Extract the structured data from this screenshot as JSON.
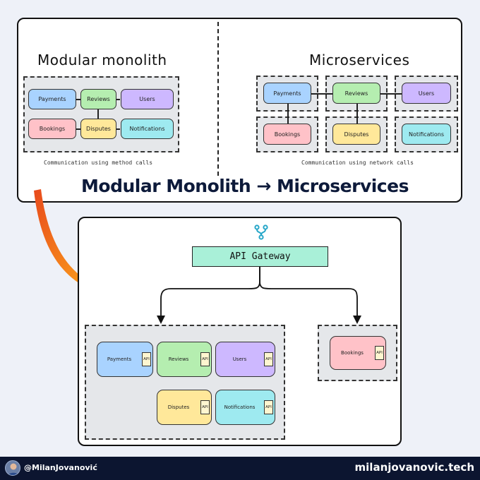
{
  "monolith": {
    "title": "Modular monolith",
    "caption": "Communication using method calls",
    "modules": {
      "payments": "Payments",
      "reviews": "Reviews",
      "users": "Users",
      "bookings": "Bookings",
      "disputes": "Disputes",
      "notifications": "Notifications"
    }
  },
  "microservices": {
    "title": "Microservices",
    "caption": "Communication using network calls",
    "modules": {
      "payments": "Payments",
      "reviews": "Reviews",
      "users": "Users",
      "bookings": "Bookings",
      "disputes": "Disputes",
      "notifications": "Notifications"
    }
  },
  "headline": "Modular Monolith → Microservices",
  "gateway": {
    "label": "API Gateway",
    "icon": "branch-icon",
    "monolith_services": [
      {
        "name": "Payments",
        "api": "API"
      },
      {
        "name": "Reviews",
        "api": "API"
      },
      {
        "name": "Users",
        "api": "API"
      },
      {
        "name": "Disputes",
        "api": "API"
      },
      {
        "name": "Notifications",
        "api": "API"
      }
    ],
    "extracted_service": {
      "name": "Bookings",
      "api": "API"
    }
  },
  "colors": {
    "payments": "#a9d3ff",
    "reviews": "#b5eeb0",
    "users": "#cdb8ff",
    "bookings": "#ffc2c8",
    "disputes": "#ffe89a",
    "notifications": "#9eeaf0",
    "gateway": "#a9f0d8",
    "arrow_start": "#e84a1c",
    "arrow_end": "#ffb21a"
  },
  "footer": {
    "handle": "@MilanJovanović",
    "site": "milanjovanovic.tech"
  }
}
